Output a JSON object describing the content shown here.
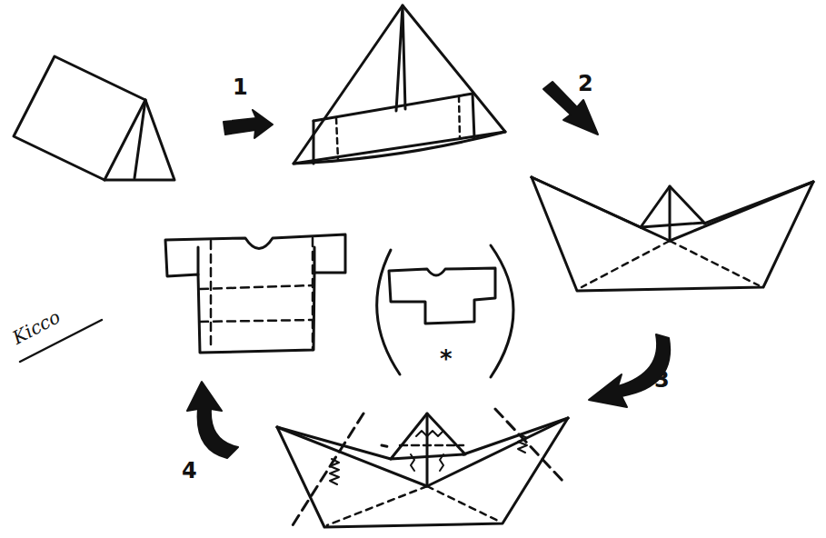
{
  "diagram": {
    "labels": [
      "1",
      "2",
      "3",
      "4",
      "*",
      "Kicco"
    ]
  }
}
